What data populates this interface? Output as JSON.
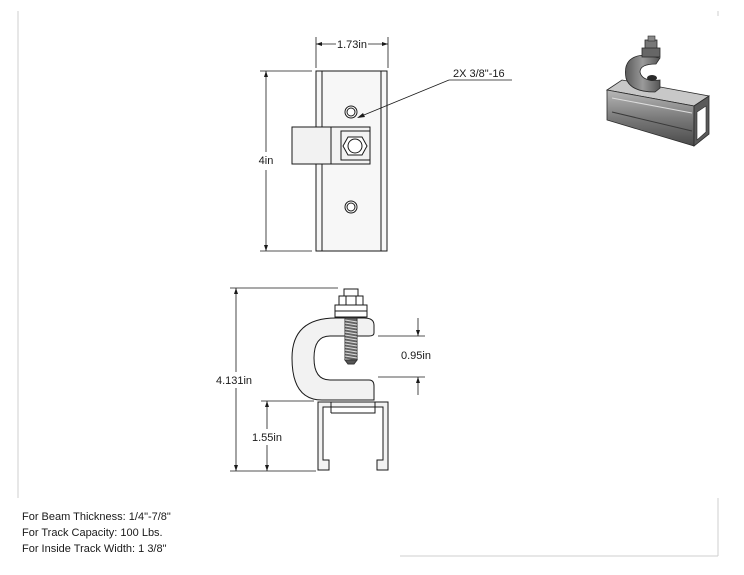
{
  "dimensions": {
    "top_width": "1.73in",
    "top_height": "4in",
    "bolt_callout": "2X 3/8\"-16",
    "overall_height": "4.131in",
    "jaw_opening": "0.95in",
    "track_height": "1.55in"
  },
  "notes": [
    "For Beam Thickness: 1/4\"-7/8\"",
    "For Track Capacity: 100 Lbs.",
    "For Inside Track Width: 1 3/8\""
  ],
  "colors": {
    "line": "#1a1a1a",
    "part_fill": "#f2f2f2",
    "threads": "#333333",
    "render_metal": "#8a8a8a"
  }
}
